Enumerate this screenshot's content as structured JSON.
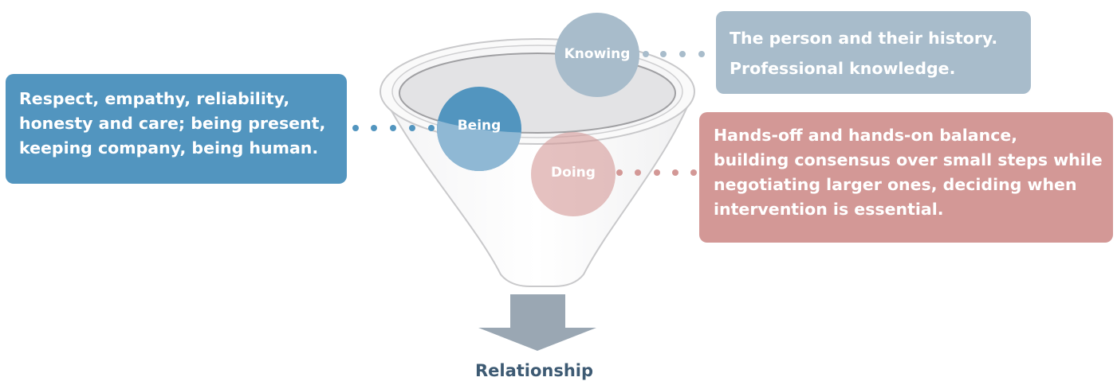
{
  "colors": {
    "being": "#5295bf",
    "knowing": "#a8bccb",
    "doing": "#d39896",
    "arrow": "#9aa7b3",
    "result_text": "#3d5a73"
  },
  "circles": {
    "knowing": "Knowing",
    "being": "Being",
    "doing": "Doing"
  },
  "boxes": {
    "being": {
      "lines": [
        "Respect, empathy, reliability,",
        "honesty and care; being present,",
        "keeping company, being human."
      ]
    },
    "knowing": {
      "lines": [
        "The person and their history.",
        "Professional knowledge."
      ]
    },
    "doing": {
      "lines": [
        "Hands-off and hands-on balance,",
        "building consensus over small steps while",
        "negotiating larger ones, deciding when",
        "intervention is essential."
      ]
    }
  },
  "result": "Relationship"
}
